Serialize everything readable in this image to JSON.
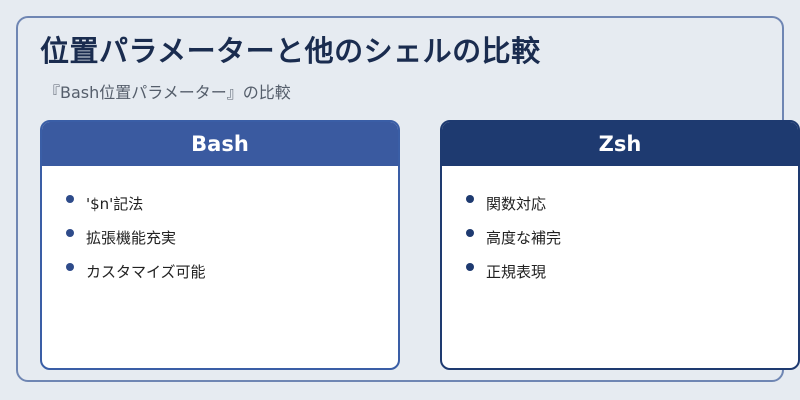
{
  "page": {
    "title": "位置パラメーターと他のシェルの比較",
    "subtitle": "『Bash位置パラメーター』の比較"
  },
  "cards": [
    {
      "heading": "Bash",
      "items": [
        "'$n'記法",
        "拡張機能充実",
        "カスタマイズ可能"
      ]
    },
    {
      "heading": "Zsh",
      "items": [
        "関数対応",
        "高度な補完",
        "正規表現"
      ]
    }
  ],
  "colors": {
    "background": "#e6ebf1",
    "frame_border": "#6f86b3",
    "title": "#1a2c4f",
    "bash_header": "#3a5aa0",
    "zsh_header": "#1e3a70"
  }
}
